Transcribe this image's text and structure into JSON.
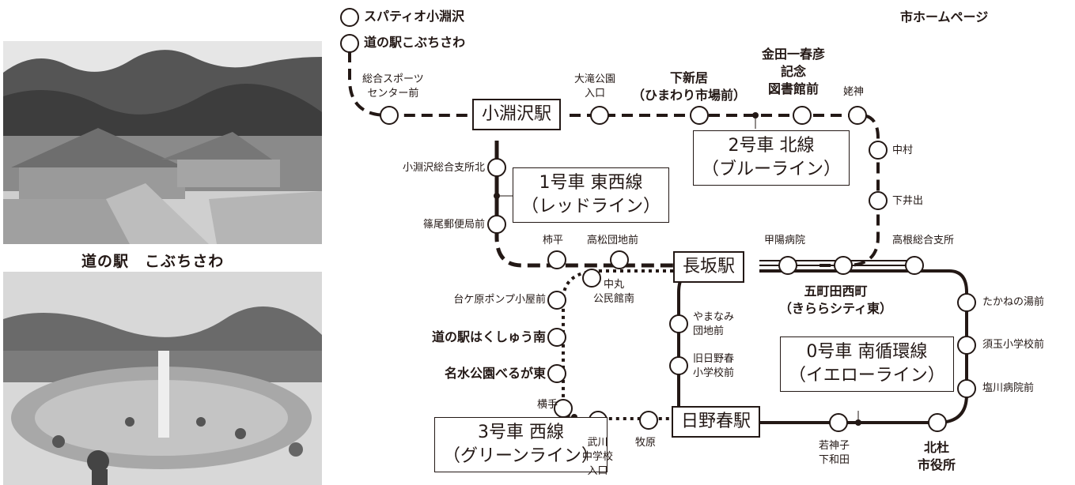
{
  "header_link": "市ホームページ",
  "photos": [
    {
      "caption": "道の駅　こぶちさわ"
    },
    {
      "caption": ""
    }
  ],
  "hubs": {
    "kobuchisawa": "小淵沢駅",
    "nagasaka": "長坂駅",
    "hinoharu": "日野春駅"
  },
  "lines": {
    "line0": {
      "name": "0号車 南循環線",
      "sub": "（イエローライン）"
    },
    "line1": {
      "name": "1号車 東西線",
      "sub": "（レッドライン）"
    },
    "line2": {
      "name": "2号車 北線",
      "sub": "（ブルーライン）"
    },
    "line3": {
      "name": "3号車 西線",
      "sub": "（グリーンライン）"
    }
  },
  "stops": {
    "spatio": "スパティオ小淵沢",
    "michinoeki_kobuchisawa": "道の駅こぶちさわ",
    "sports_center": "総合スポーツ\nセンター前",
    "otaki": "大滝公園\n入口",
    "shimoarai": "下新居\n（ひまわり市場前）",
    "kaneda": "金田一春彦\n記念\n図書館前",
    "ubagami": "姥神",
    "nakamura": "中村",
    "shimoide": "下井出",
    "kobuchisawa_branch": "小淵沢総合支所北",
    "shinoo_post": "篠尾郵便局前",
    "kakidaira": "柿平",
    "takamatsu": "高松団地前",
    "nakamaru": "中丸\n公民館南",
    "kouyou_hospital": "甲陽病院",
    "takane_branch": "高根総合支所",
    "gochoda": "五町田西町\n（きららシティ東）",
    "takanenoyu": "たかねの湯前",
    "sutama_school": "須玉小学校前",
    "shiokawa_hospital": "塩川病院前",
    "daigahara_pump": "台ケ原ポンプ小屋前",
    "hakushu_minami": "道の駅はくしゅう南",
    "meisui_park": "名水公園べるが東",
    "yokote": "横手",
    "mukawa_school": "武川\n中学校\n入口",
    "makihara": "牧原",
    "yamanami": "やまなみ\n団地前",
    "old_hinoharu_school": "旧日野春\n小学校前",
    "wakamiko": "若神子\n下和田",
    "city_hall": "北杜\n市役所"
  }
}
